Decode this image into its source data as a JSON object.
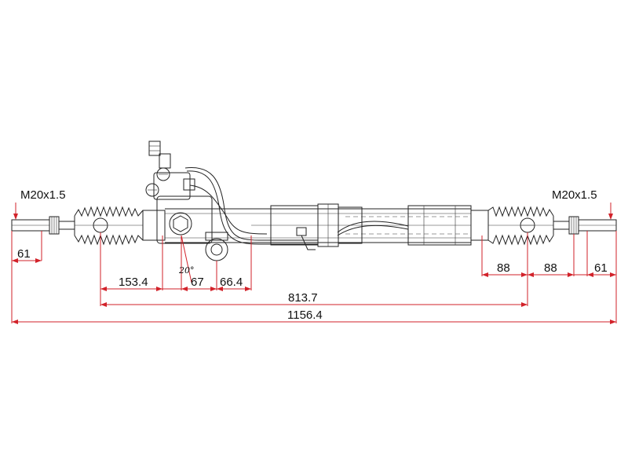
{
  "diagram": {
    "thread_left": "M20x1.5",
    "thread_right": "M20x1.5",
    "angle": "20°",
    "dimensions": {
      "d_61_left": "61",
      "d_153_4": "153.4",
      "d_67": "67",
      "d_66_4": "66.4",
      "d_813_7": "813.7",
      "d_1156_4": "1156.4",
      "d_88_a": "88",
      "d_88_b": "88",
      "d_61_right": "61"
    }
  },
  "colors": {
    "dimension_lines": "#d2222a",
    "drawing_lines": "#222222",
    "background": "#ffffff"
  }
}
